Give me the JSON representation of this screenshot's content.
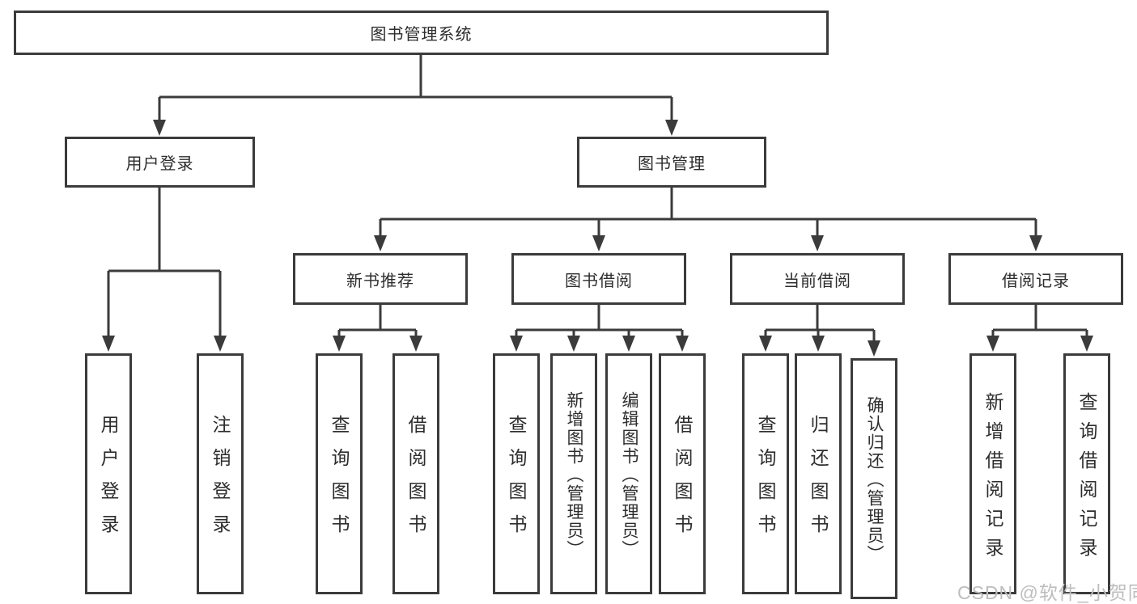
{
  "diagram": {
    "root": {
      "label": "图书管理系统"
    },
    "level2": [
      {
        "label": "用户登录"
      },
      {
        "label": "图书管理"
      }
    ],
    "level3": [
      {
        "label": "新书推荐"
      },
      {
        "label": "图书借阅"
      },
      {
        "label": "当前借阅"
      },
      {
        "label": "借阅记录"
      }
    ],
    "leaves": [
      {
        "label": "用户登录"
      },
      {
        "label": "注销登录"
      },
      {
        "label": "查询图书"
      },
      {
        "label": "借阅图书"
      },
      {
        "label": "查询图书"
      },
      {
        "label": "新增图书（管理员）"
      },
      {
        "label": "编辑图书（管理员）"
      },
      {
        "label": "借阅图书"
      },
      {
        "label": "查询图书"
      },
      {
        "label": "归还图书"
      },
      {
        "label": "确认归还（管理员）"
      },
      {
        "label": "新增借阅记录"
      },
      {
        "label": "查询借阅记录"
      }
    ]
  },
  "watermark": {
    "text": "CSDN @软件_小贺同学"
  },
  "colors": {
    "line": "#3b3b3b",
    "text": "#2d2d2d",
    "watermark": "#bdbdbd",
    "background": "#ffffff"
  }
}
